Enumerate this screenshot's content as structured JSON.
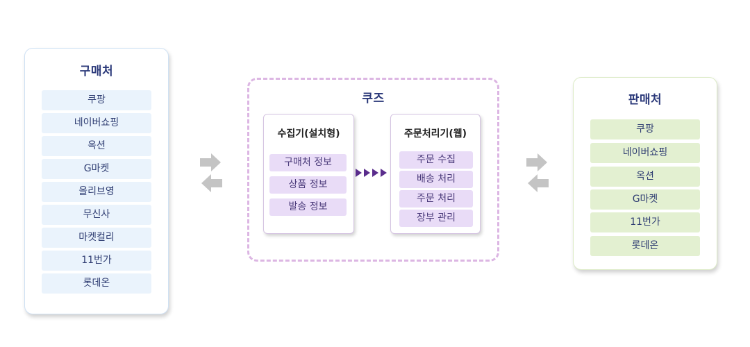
{
  "buyers": {
    "title": "구매처",
    "items": [
      "쿠팡",
      "네이버쇼핑",
      "옥션",
      "G마켓",
      "올리브영",
      "무신사",
      "마켓컬리",
      "11번가",
      "롯데온"
    ]
  },
  "kuzz": {
    "title": "쿠즈",
    "collector": {
      "title": "수집기(설치형)",
      "items": [
        "구매처 정보",
        "상품 정보",
        "발송 정보"
      ]
    },
    "processor": {
      "title": "주문처리기(웹)",
      "items": [
        "주문 수집",
        "배송 처리",
        "주문 처리",
        "장부 관리"
      ]
    }
  },
  "sellers": {
    "title": "판매처",
    "items": [
      "쿠팡",
      "네이버쇼핑",
      "옥션",
      "G마켓",
      "11번가",
      "롯데온"
    ]
  },
  "colors": {
    "buyer_fill": "#eaf3fc",
    "seller_fill": "#e3f0d1",
    "kuzz_border": "#dcb6e3",
    "kuzz_item_fill": "#e9dcf7",
    "flow_arrow": "#5a2d8c",
    "side_arrow": "#c4c4c4"
  }
}
